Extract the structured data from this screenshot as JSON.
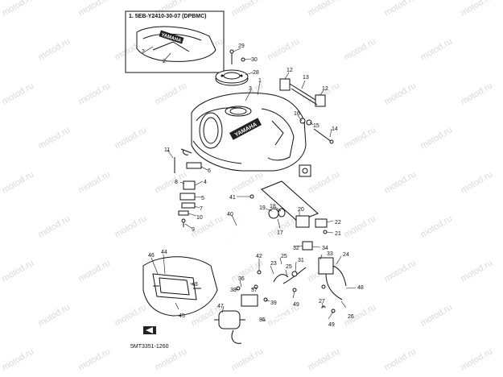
{
  "watermark": "motod.ru",
  "inset": {
    "title": "1. 5EB-Y2410-30-07 (DPBMC)",
    "tank_logo": "YAMAHA",
    "callouts": [
      "3",
      "2"
    ]
  },
  "tank_logo": "YAMAHA",
  "diagram_code": "5MT3351-1260",
  "part_numbers": [
    "1",
    "2",
    "3",
    "4",
    "5",
    "6",
    "7",
    "8",
    "9",
    "10",
    "11",
    "12",
    "13",
    "14",
    "15",
    "16",
    "17",
    "18",
    "19",
    "20",
    "21",
    "22",
    "23",
    "24",
    "25",
    "26",
    "27",
    "28",
    "29",
    "30",
    "31",
    "32",
    "33",
    "34",
    "35",
    "36",
    "37",
    "38",
    "39",
    "40",
    "41",
    "42",
    "43",
    "44",
    "45",
    "46",
    "47",
    "48",
    "49"
  ],
  "callouts": [
    {
      "id": "29",
      "text": "29"
    },
    {
      "id": "30",
      "text": "30"
    },
    {
      "id": "28",
      "text": "28"
    },
    {
      "id": "3",
      "text": "3"
    },
    {
      "id": "1",
      "text": "1"
    },
    {
      "id": "12a",
      "text": "12"
    },
    {
      "id": "13",
      "text": "13"
    },
    {
      "id": "12b",
      "text": "12"
    },
    {
      "id": "15",
      "text": "15"
    },
    {
      "id": "16",
      "text": "16"
    },
    {
      "id": "14",
      "text": "14"
    },
    {
      "id": "11",
      "text": "11"
    },
    {
      "id": "6",
      "text": "6"
    },
    {
      "id": "8",
      "text": "8"
    },
    {
      "id": "4",
      "text": "4"
    },
    {
      "id": "5",
      "text": "5"
    },
    {
      "id": "7",
      "text": "7"
    },
    {
      "id": "10",
      "text": "10"
    },
    {
      "id": "9",
      "text": "9"
    },
    {
      "id": "41",
      "text": "41"
    },
    {
      "id": "40",
      "text": "40"
    },
    {
      "id": "19",
      "text": "19"
    },
    {
      "id": "18",
      "text": "18"
    },
    {
      "id": "20",
      "text": "20"
    },
    {
      "id": "17",
      "text": "17"
    },
    {
      "id": "22",
      "text": "22"
    },
    {
      "id": "21",
      "text": "21"
    },
    {
      "id": "34",
      "text": "34"
    },
    {
      "id": "32",
      "text": "32"
    },
    {
      "id": "25a",
      "text": "25"
    },
    {
      "id": "31",
      "text": "31"
    },
    {
      "id": "33",
      "text": "33"
    },
    {
      "id": "24",
      "text": "24"
    },
    {
      "id": "42",
      "text": "42"
    },
    {
      "id": "23",
      "text": "23"
    },
    {
      "id": "25b",
      "text": "25"
    },
    {
      "id": "36",
      "text": "36"
    },
    {
      "id": "38",
      "text": "38"
    },
    {
      "id": "37",
      "text": "37"
    },
    {
      "id": "39",
      "text": "39"
    },
    {
      "id": "49a",
      "text": "49"
    },
    {
      "id": "27",
      "text": "27"
    },
    {
      "id": "48",
      "text": "48"
    },
    {
      "id": "26",
      "text": "26"
    },
    {
      "id": "49b",
      "text": "49"
    },
    {
      "id": "47",
      "text": "47"
    },
    {
      "id": "35",
      "text": "35"
    },
    {
      "id": "46",
      "text": "46"
    },
    {
      "id": "44",
      "text": "44"
    },
    {
      "id": "43",
      "text": "43"
    },
    {
      "id": "45",
      "text": "45"
    }
  ]
}
